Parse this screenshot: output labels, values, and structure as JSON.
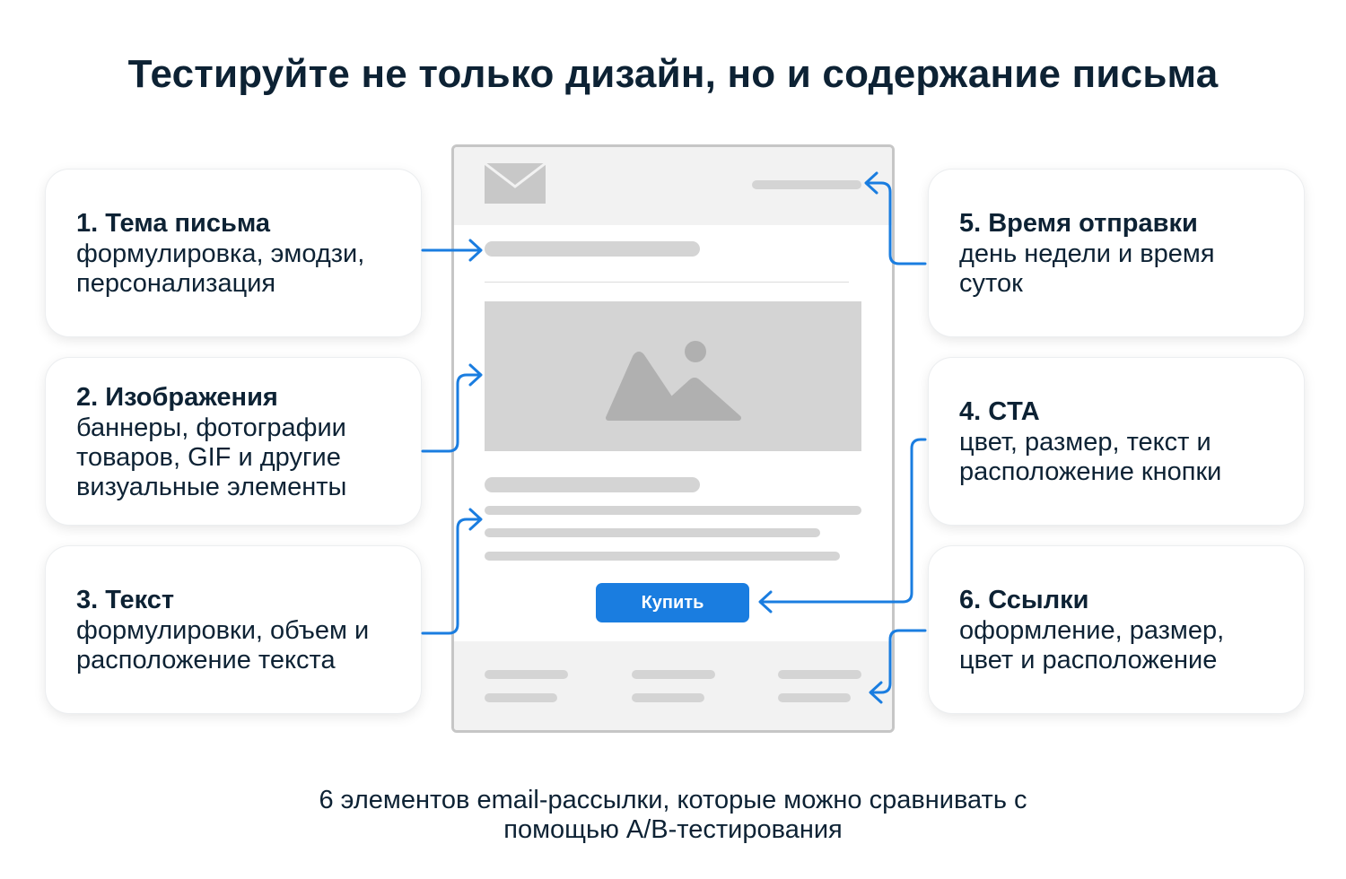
{
  "title": "Тестируйте не только дизайн, но и содержание письма",
  "cards": [
    {
      "id": "subject",
      "heading": "1. Тема письма",
      "text": "формулировка, эмодзи,\nперсонализация"
    },
    {
      "id": "images",
      "heading": "2. Изображения",
      "text": "баннеры, фотографии\nтоваров, GIF и другие\nвизуальные элементы"
    },
    {
      "id": "text",
      "heading": "3. Текст",
      "text": "формулировки, объем и\nрасположение текста"
    },
    {
      "id": "cta",
      "heading": "4. CTA",
      "text": "цвет, размер, текст и\nрасположение кнопки"
    },
    {
      "id": "send-time",
      "heading": "5. Время отправки",
      "text": "день недели и время\nсуток"
    },
    {
      "id": "links",
      "heading": "6. Ссылки",
      "text": "оформление, размер,\nцвет и расположение"
    }
  ],
  "mockup": {
    "button_label": "Купить",
    "icons": [
      "envelope-icon",
      "image-placeholder-icon"
    ]
  },
  "caption": "6 элементов email-рассылки, которые можно сравнивать с\nпомощью A/B-тестирования",
  "colors": {
    "accent": "#1a7de0",
    "text": "#0d2234",
    "placeholder": "#d4d4d4",
    "panel": "#f2f2f2"
  }
}
